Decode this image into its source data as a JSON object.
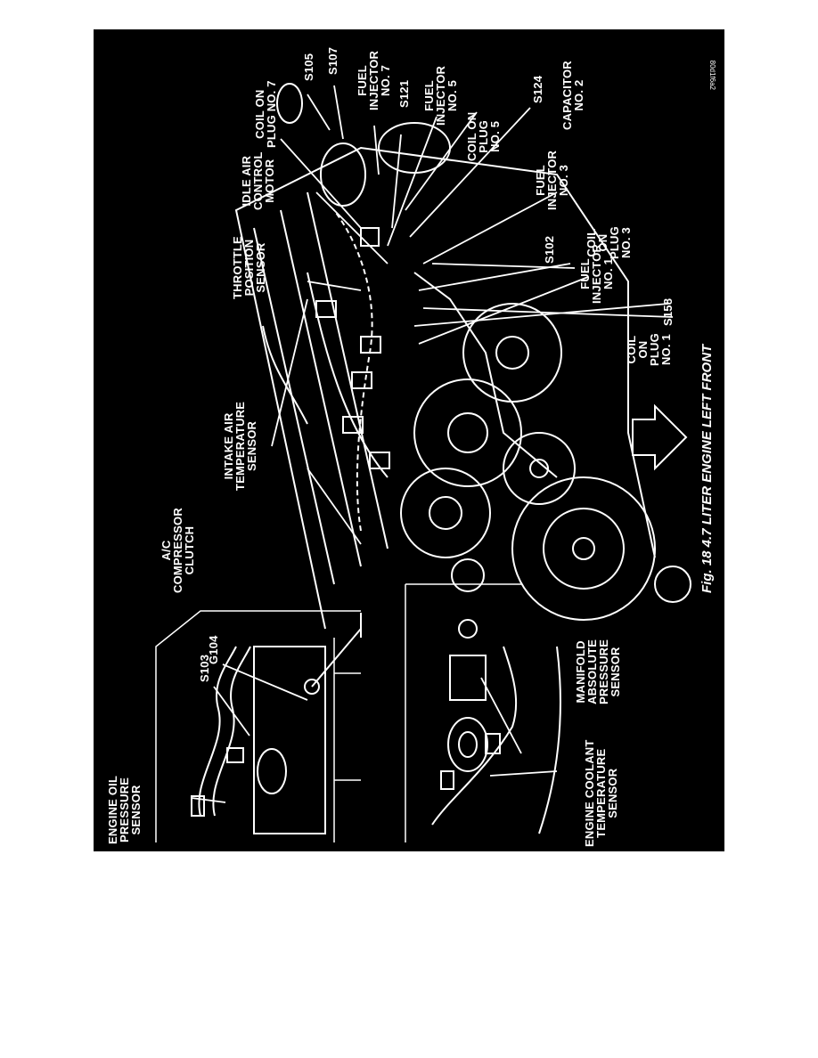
{
  "figure": {
    "caption": "Fig. 18 4.7 LITER ENGINE LEFT FRONT",
    "part_id": "80d1f6a2",
    "fwd_label": "FWD",
    "colors": {
      "background": "#000000",
      "line": "#ffffff"
    }
  },
  "labels": {
    "engine_oil_pressure_sensor": "ENGINE OIL\nPRESSURE\nSENSOR",
    "s103": "S103",
    "g104": "G104",
    "engine_coolant_temperature_sensor": "ENGINE COOLANT\nTEMPERATURE\nSENSOR",
    "manifold_absolute_pressure_sensor": "MANIFOLD\nABSOLUTE\nPRESSURE\nSENSOR",
    "ac_compressor_clutch": "A/C\nCOMPRESSOR\nCLUTCH",
    "intake_air_temperature_sensor": "INTAKE AIR\nTEMPERATURE\nSENSOR",
    "throttle_position_sensor": "THROTTLE\nPOSITION\nSENSOR",
    "idle_air_control_motor": "IDLE AIR\nCONTROL\nMOTOR",
    "coil_on_plug_no7": "COIL ON\nPLUG NO. 7",
    "s105": "S105",
    "s107": "S107",
    "fuel_injector_no7": "FUEL\nINJECTOR\nNO. 7",
    "s121": "S121",
    "fuel_injector_no5": "FUEL\nINJECTOR\nNO. 5",
    "coil_on_plug_no5": "COIL ON\nPLUG\nNO. 5",
    "s124": "S124",
    "capacitor_no2": "CAPACITOR\nNO. 2",
    "fuel_injector_no3": "FUEL\nINJECTOR\nNO. 3",
    "coil_on_plug_no3": "COIL\nON\nPLUG\nNO. 3",
    "s102": "S102",
    "fuel_injector_no1": "FUEL\nINJECTOR\nNO. 1",
    "s158": "S158",
    "coil_on_plug_no1": "COIL\nON\nPLUG\nNO. 1"
  }
}
